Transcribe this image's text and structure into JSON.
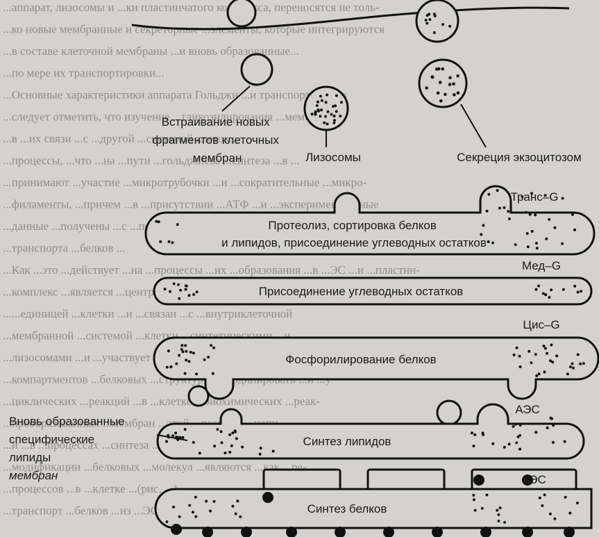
{
  "background_text": [
    "...аппарат, лизосомы и ...ки пластинчатого комплекса, переносятся не толь-",
    "...ко новые мембранные и секреторные ...элементы, которые интегрируются",
    "...в составе клеточной мембраны ...и вновь образованные...",
    "...по мере их транспортировки...",
    "...Основные характеристики аппарата Гольджи ...и транспорт белков",
    "...следует отметить, что изучение ...гликозилирования ...мембран",
    "...в ...их связи ...с ...другой ...системой клеток...",
    "...процессы, ...что ...на ...пути ...гольджиева ...синтеза ...в ...",
    "...принимают ...участие ...микротрубочки ...и ...сократительные ...микро-",
    "...филаменты, ...причем ...в ...присутствии ...АТФ ...и ...экспериментальные",
    "...данные ...получены ...с ...помощью ...методов ...процесса ...",
    "...транспорта ...белков ...",
    "...Как ...это ...действует ...на ...процессы ...их ...образования ...в ...ЭС ...и ...пластин-",
    "...комплекс ...является ...центральной ...структурно-функ-",
    "......единицей ...клетки ...и ...связан ...с ...внутриклеточной",
    "...мембранной ...системой ...клетки ...синтетическими ...и",
    "...лизосомами ...и ...участвует ...в ...аутофагоцитоз...",
    "...компартментов ...белковых ...структур ...координировать ...и ...у",
    "...циклических ...реакций ...в ...клетке ...биохимических ...реак-",
    "...преобразованных ...мембран ...этой ...реакции ...цепи",
    "...и ...в ...процессах ...синтеза ...мембран ...и ...гидролиза",
    "...модификации ...белковых ...молекул ...являются ...как ...ре-",
    "...процессов ...в ...клетке ...(рис. ...)",
    "...транспорт ...белков ...из ...ЭС ...в ...аппарат ...Гольджи ...должен"
  ],
  "labels": {
    "new_membranes": [
      "Встраивание новых",
      "фрагментов клеточных",
      "мембран"
    ],
    "lysosomes": "Лизосомы",
    "exocytosis": "Секреция экзоцитозом",
    "trans_g": "Транс–G",
    "proteolysis": [
      "Протеолиз, сортировка белков",
      "и липидов, присоединение углеводных остатков"
    ],
    "med_g": "Мед–G",
    "carbohydrate": "Присоединение углеводных остатков",
    "cis_g": "Цис–G",
    "phosphorylation": "Фосфорилирование белков",
    "new_lipids": [
      "Вновь образованные",
      "специфические",
      "липиды",
      "мембран"
    ],
    "aes": "АЭС",
    "lipid_synthesis": "Синтез липидов",
    "ges": "ГЭС",
    "protein_synthesis": "Синтез белков"
  }
}
